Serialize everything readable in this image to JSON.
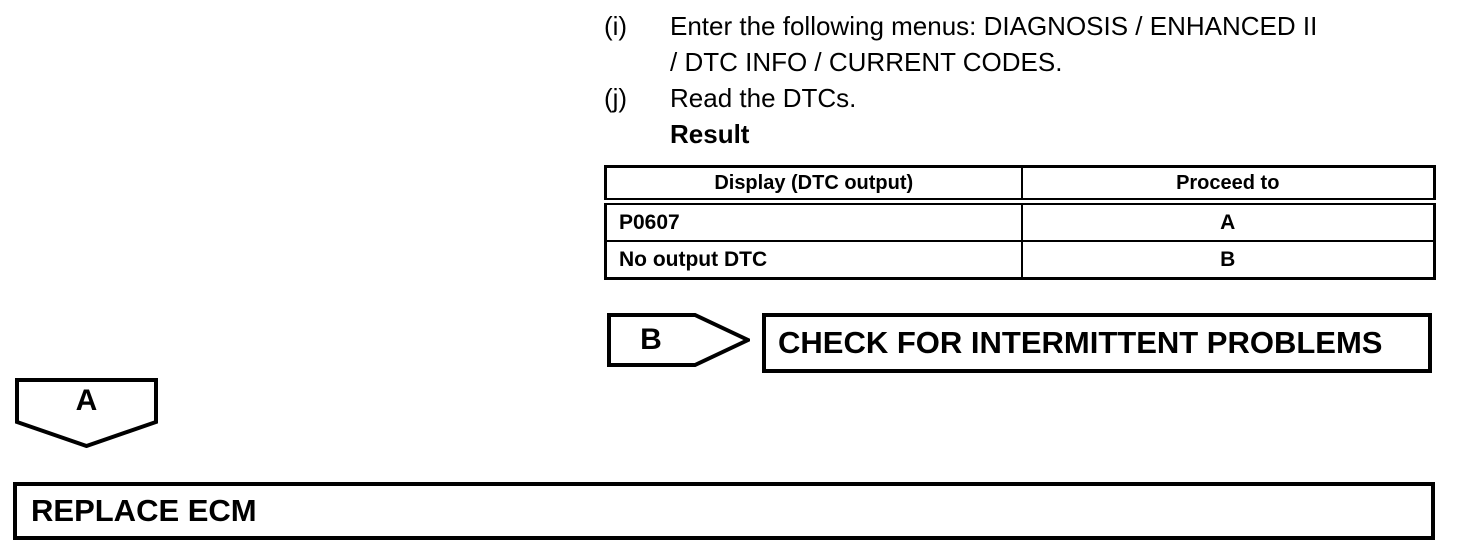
{
  "colors": {
    "ink": "#000000",
    "paper": "#ffffff"
  },
  "instructions": {
    "items": [
      {
        "marker": "(i)",
        "lines": [
          "Enter the following menus: DIAGNOSIS / ENHANCED II",
          "/ DTC INFO / CURRENT CODES."
        ]
      },
      {
        "marker": "(j)",
        "lines": [
          "Read the DTCs."
        ]
      }
    ],
    "result_label": "Result"
  },
  "result_table": {
    "columns": [
      "Display (DTC output)",
      "Proceed to"
    ],
    "rows": [
      {
        "display": "P0607",
        "proceed_to": "A"
      },
      {
        "display": "No output DTC",
        "proceed_to": "B"
      }
    ]
  },
  "flow": {
    "branch_b": {
      "label": "B",
      "connector_shape": "pentagon-arrow-right",
      "action": "CHECK FOR INTERMITTENT PROBLEMS"
    },
    "branch_a": {
      "label": "A",
      "connector_shape": "pentagon-arrow-down",
      "action": "REPLACE ECM"
    }
  }
}
